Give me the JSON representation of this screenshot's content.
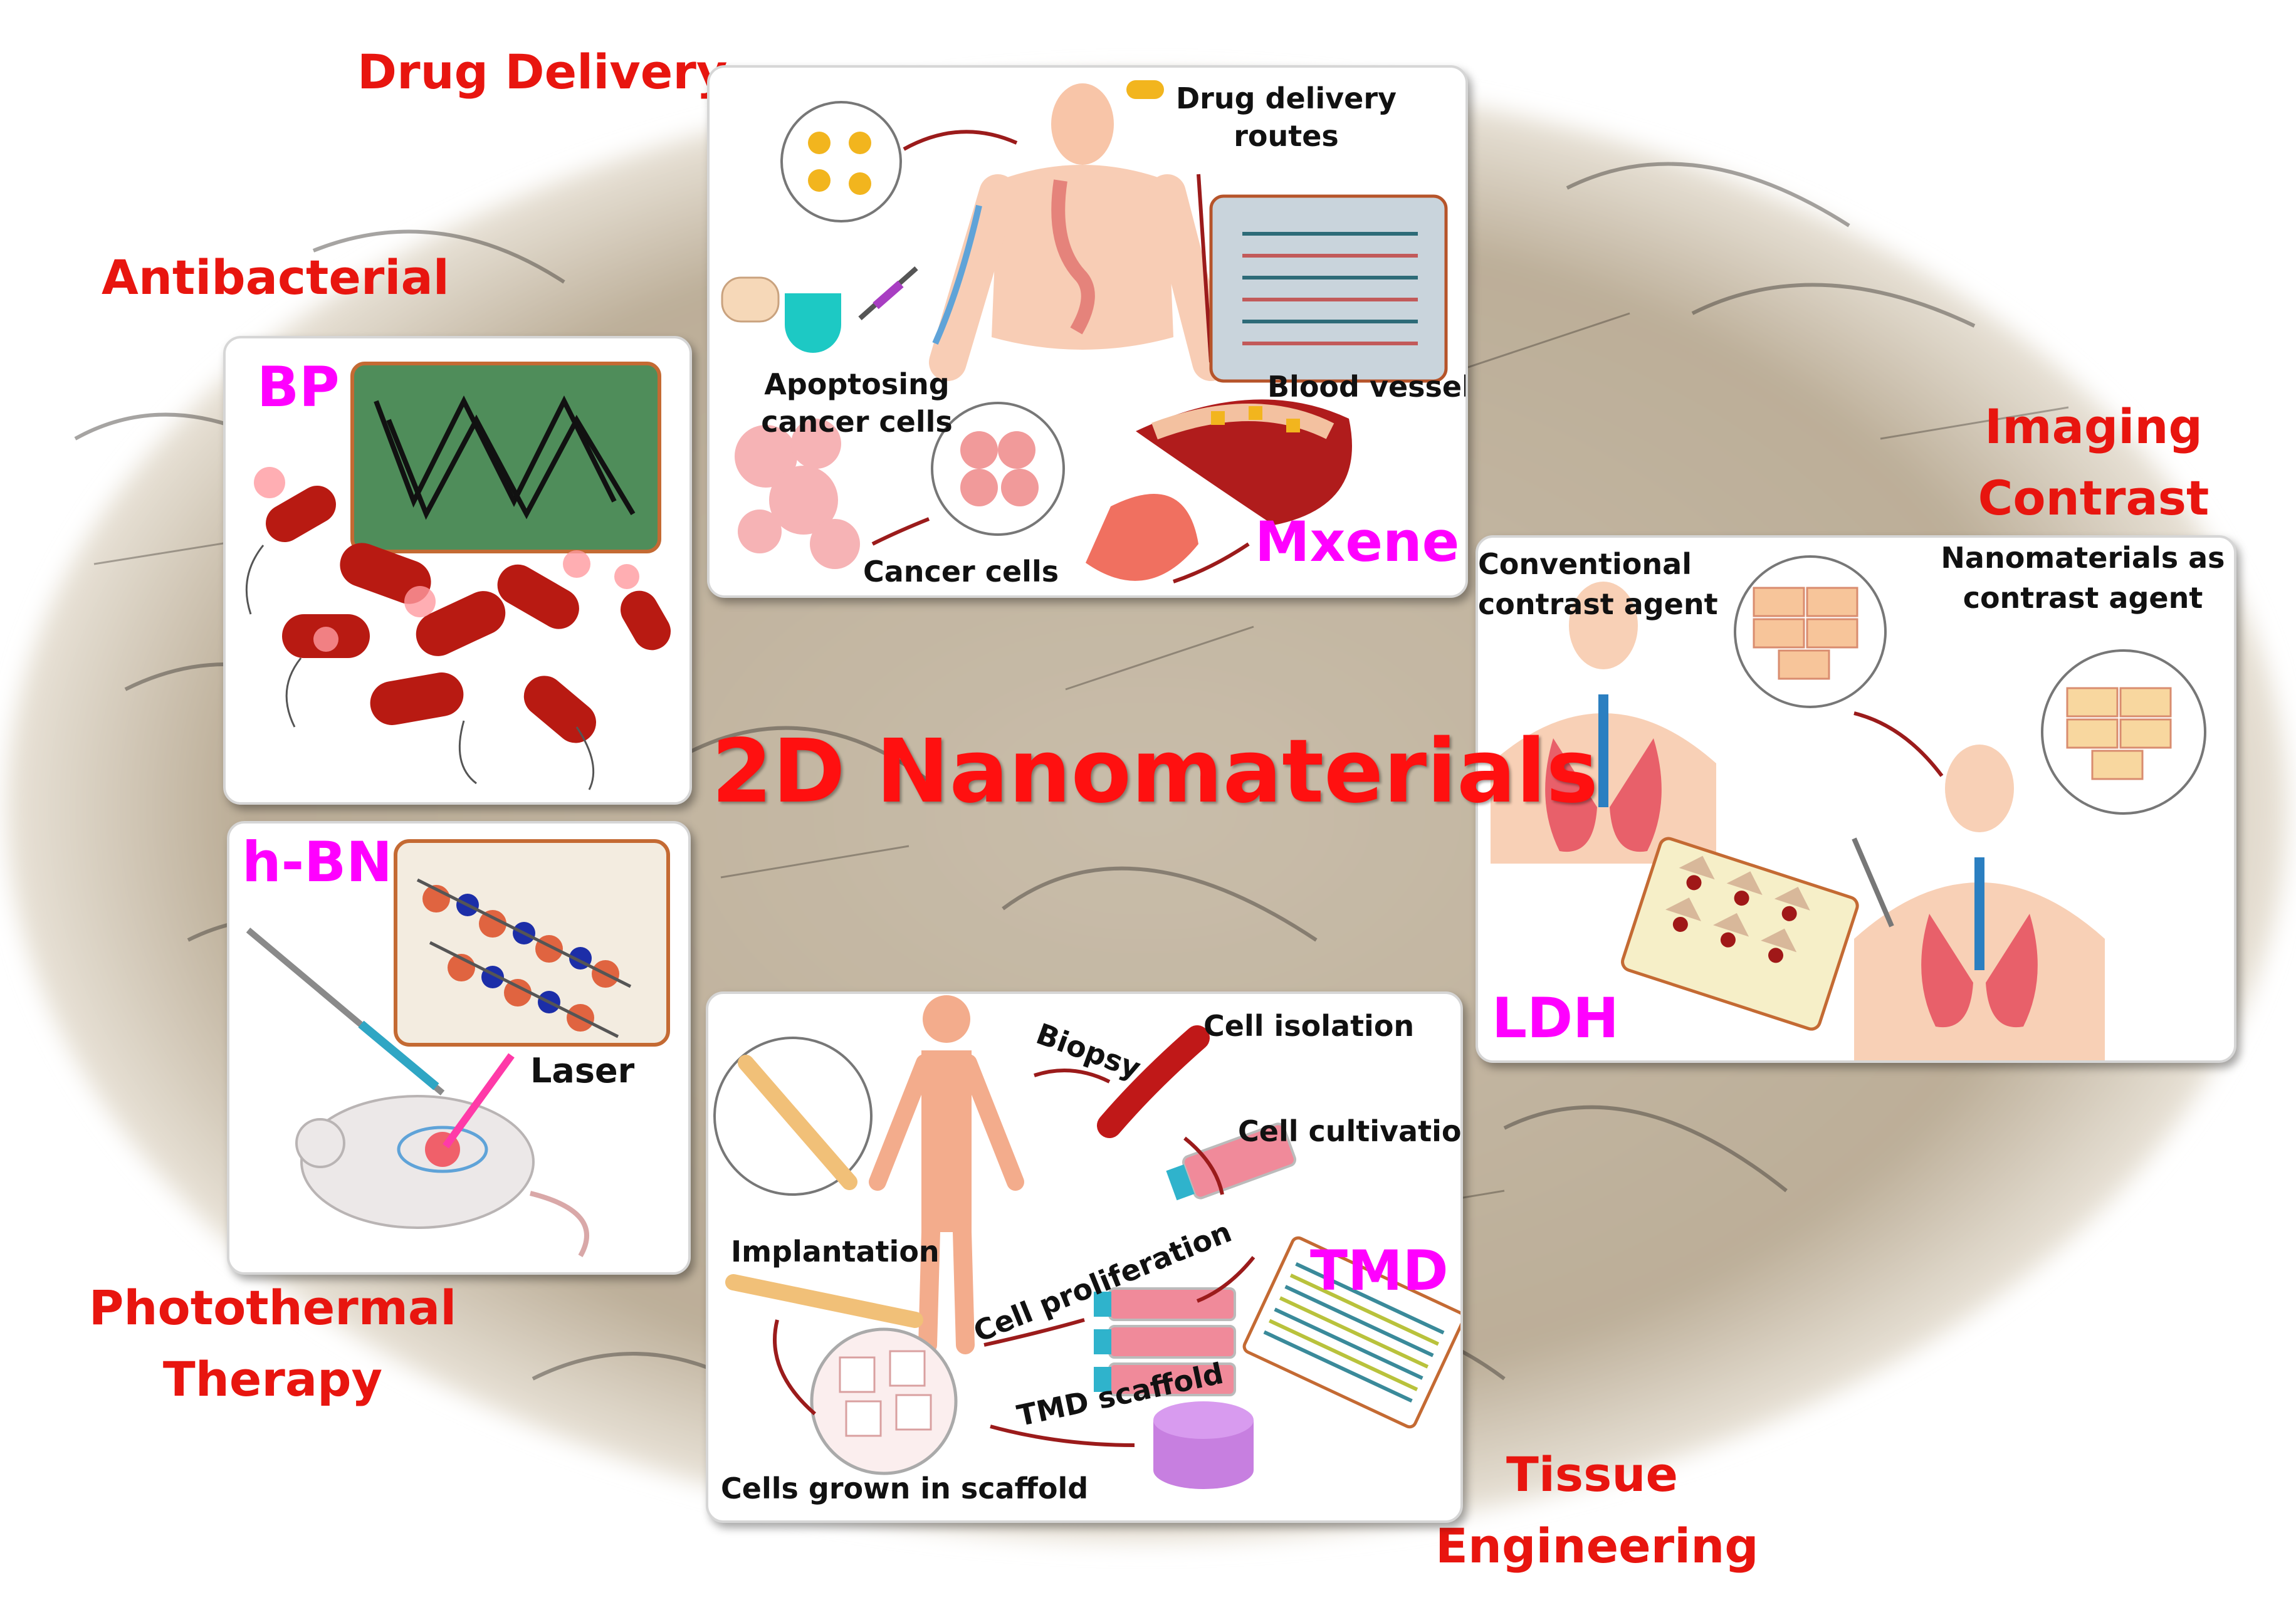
{
  "title": "2D Nanomaterials",
  "categories": {
    "drug_delivery": "Drug Delivery",
    "antibacterial": "Antibacterial",
    "imaging": "Imaging Contrast agent",
    "photothermal": "Photothermal Therapy",
    "tissue": "Tissue Engineering"
  },
  "panels": {
    "drug_delivery": {
      "material": "Mxene",
      "labels": {
        "routes": "Drug delivery routes",
        "vessel": "Blood vessel",
        "apoptosing": "Apoptosing cancer cells",
        "cancer": "Cancer cells"
      }
    },
    "antibacterial": {
      "material": "BP"
    },
    "imaging": {
      "material": "LDH",
      "labels": {
        "conventional": "Conventional contrast agent",
        "nanomaterials": "Nanomaterials as contrast agent"
      }
    },
    "photothermal": {
      "material": "h-BN",
      "labels": {
        "laser": "Laser"
      }
    },
    "tissue": {
      "material": "TMD",
      "labels": {
        "biopsy": "Biopsy",
        "isolation": "Cell isolation",
        "cultivation": "Cell cultivation",
        "proliferation": "Cell proliferation",
        "implantation": "Implantation",
        "scaffold": "TMD scaffold",
        "grown": "Cells grown in scaffold"
      }
    }
  },
  "colors": {
    "category_text": "#e8150f",
    "material_text": "#ff00ff",
    "title_text": "#ff1010"
  }
}
